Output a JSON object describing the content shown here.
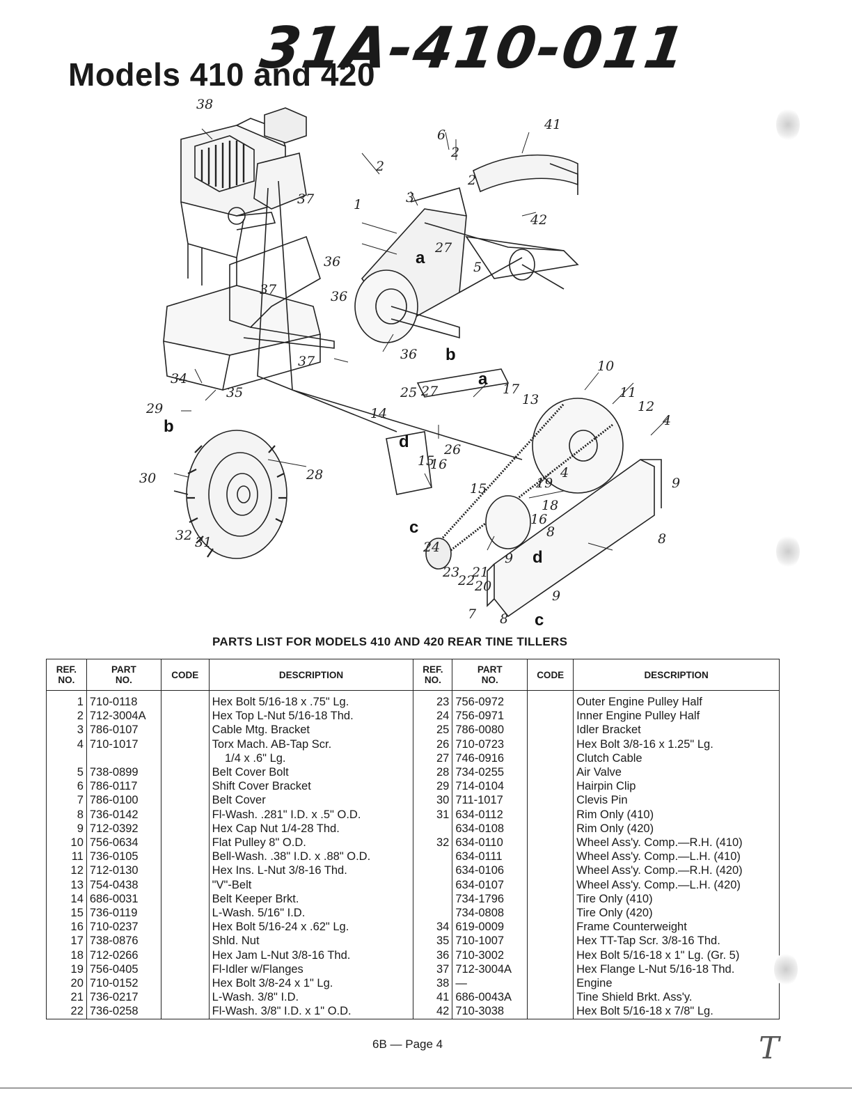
{
  "header": {
    "title": "Models 410 and 420",
    "handwritten_code": "31A-410-011"
  },
  "diagram": {
    "callouts": [
      "1",
      "2",
      "2",
      "2",
      "3",
      "4",
      "4",
      "5",
      "6",
      "7",
      "8",
      "8",
      "8",
      "9",
      "9",
      "9",
      "10",
      "11",
      "12",
      "13",
      "14",
      "15",
      "15",
      "16",
      "16",
      "17",
      "18",
      "19",
      "20",
      "21",
      "22",
      "23",
      "24",
      "25",
      "26",
      "27",
      "27",
      "28",
      "29",
      "30",
      "31",
      "32",
      "34",
      "35",
      "36",
      "36",
      "36",
      "37",
      "37",
      "37",
      "38",
      "41",
      "42"
    ],
    "letters": [
      "a",
      "a",
      "b",
      "b",
      "c",
      "c",
      "d",
      "d"
    ]
  },
  "parts_list": {
    "caption": "PARTS LIST FOR MODELS 410 AND 420 REAR TINE TILLERS",
    "headers": {
      "ref": "REF.\nNO.",
      "part": "PART\nNO.",
      "code": "CODE",
      "description": "DESCRIPTION"
    },
    "left": [
      {
        "ref": "1",
        "part": "710-0118",
        "desc": "Hex Bolt 5/16-18 x .75\" Lg."
      },
      {
        "ref": "2",
        "part": "712-3004A",
        "desc": "Hex Top L-Nut 5/16-18 Thd."
      },
      {
        "ref": "3",
        "part": "786-0107",
        "desc": "Cable Mtg. Bracket"
      },
      {
        "ref": "4",
        "part": "710-1017",
        "desc": "Torx Mach. AB-Tap Scr."
      },
      {
        "ref": "",
        "part": "",
        "desc": "    1/4 x .6\" Lg."
      },
      {
        "ref": "5",
        "part": "738-0899",
        "desc": "Belt Cover Bolt"
      },
      {
        "ref": "6",
        "part": "786-0117",
        "desc": "Shift Cover Bracket"
      },
      {
        "ref": "7",
        "part": "786-0100",
        "desc": "Belt Cover"
      },
      {
        "ref": "8",
        "part": "736-0142",
        "desc": "Fl-Wash. .281\" I.D. x .5\" O.D."
      },
      {
        "ref": "9",
        "part": "712-0392",
        "desc": "Hex Cap Nut 1/4-28 Thd."
      },
      {
        "ref": "10",
        "part": "756-0634",
        "desc": "Flat Pulley 8\" O.D."
      },
      {
        "ref": "11",
        "part": "736-0105",
        "desc": "Bell-Wash. .38\" I.D. x .88\" O.D."
      },
      {
        "ref": "12",
        "part": "712-0130",
        "desc": "Hex Ins. L-Nut 3/8-16 Thd."
      },
      {
        "ref": "13",
        "part": "754-0438",
        "desc": "\"V\"-Belt"
      },
      {
        "ref": "14",
        "part": "686-0031",
        "desc": "Belt Keeper Brkt."
      },
      {
        "ref": "15",
        "part": "736-0119",
        "desc": "L-Wash. 5/16\" I.D."
      },
      {
        "ref": "16",
        "part": "710-0237",
        "desc": "Hex Bolt 5/16-24 x .62\" Lg."
      },
      {
        "ref": "17",
        "part": "738-0876",
        "desc": "Shld. Nut"
      },
      {
        "ref": "18",
        "part": "712-0266",
        "desc": "Hex Jam L-Nut 3/8-16 Thd."
      },
      {
        "ref": "19",
        "part": "756-0405",
        "desc": "Fl-Idler w/Flanges"
      },
      {
        "ref": "20",
        "part": "710-0152",
        "desc": "Hex Bolt 3/8-24 x 1\" Lg."
      },
      {
        "ref": "21",
        "part": "736-0217",
        "desc": "L-Wash. 3/8\" I.D."
      },
      {
        "ref": "22",
        "part": "736-0258",
        "desc": "Fl-Wash. 3/8\" I.D. x 1\" O.D."
      }
    ],
    "right": [
      {
        "ref": "23",
        "part": "756-0972",
        "desc": "Outer Engine Pulley Half"
      },
      {
        "ref": "24",
        "part": "756-0971",
        "desc": "Inner Engine Pulley Half"
      },
      {
        "ref": "25",
        "part": "786-0080",
        "desc": "Idler Bracket"
      },
      {
        "ref": "26",
        "part": "710-0723",
        "desc": "Hex Bolt 3/8-16 x 1.25\" Lg."
      },
      {
        "ref": "27",
        "part": "746-0916",
        "desc": "Clutch Cable"
      },
      {
        "ref": "28",
        "part": "734-0255",
        "desc": "Air Valve"
      },
      {
        "ref": "29",
        "part": "714-0104",
        "desc": "Hairpin Clip"
      },
      {
        "ref": "30",
        "part": "711-1017",
        "desc": "Clevis Pin"
      },
      {
        "ref": "31",
        "part": "634-0112",
        "desc": "Rim Only (410)"
      },
      {
        "ref": "",
        "part": "634-0108",
        "desc": "Rim Only (420)"
      },
      {
        "ref": "32",
        "part": "634-0110",
        "desc": "Wheel Ass'y. Comp.—R.H. (410)"
      },
      {
        "ref": "",
        "part": "634-0111",
        "desc": "Wheel Ass'y. Comp.—L.H. (410)"
      },
      {
        "ref": "",
        "part": "634-0106",
        "desc": "Wheel Ass'y. Comp.—R.H. (420)"
      },
      {
        "ref": "",
        "part": "634-0107",
        "desc": "Wheel Ass'y. Comp.—L.H. (420)"
      },
      {
        "ref": "",
        "part": "734-1796",
        "desc": "Tire Only (410)"
      },
      {
        "ref": "",
        "part": "734-0808",
        "desc": "Tire Only (420)"
      },
      {
        "ref": "34",
        "part": "619-0009",
        "desc": "Frame Counterweight"
      },
      {
        "ref": "35",
        "part": "710-1007",
        "desc": "Hex TT-Tap Scr. 3/8-16 Thd."
      },
      {
        "ref": "36",
        "part": "710-3002",
        "desc": "Hex Bolt 5/16-18 x 1\" Lg. (Gr. 5)"
      },
      {
        "ref": "37",
        "part": "712-3004A",
        "desc": "Hex Flange L-Nut 5/16-18 Thd."
      },
      {
        "ref": "38",
        "part": "—",
        "desc": "Engine"
      },
      {
        "ref": "41",
        "part": "686-0043A",
        "desc": "Tine Shield Brkt. Ass'y."
      },
      {
        "ref": "42",
        "part": "710-3038",
        "desc": "Hex Bolt 5/16-18 x 7/8\" Lg."
      }
    ]
  },
  "footer": {
    "page": "6B — Page 4",
    "signature": "T"
  }
}
